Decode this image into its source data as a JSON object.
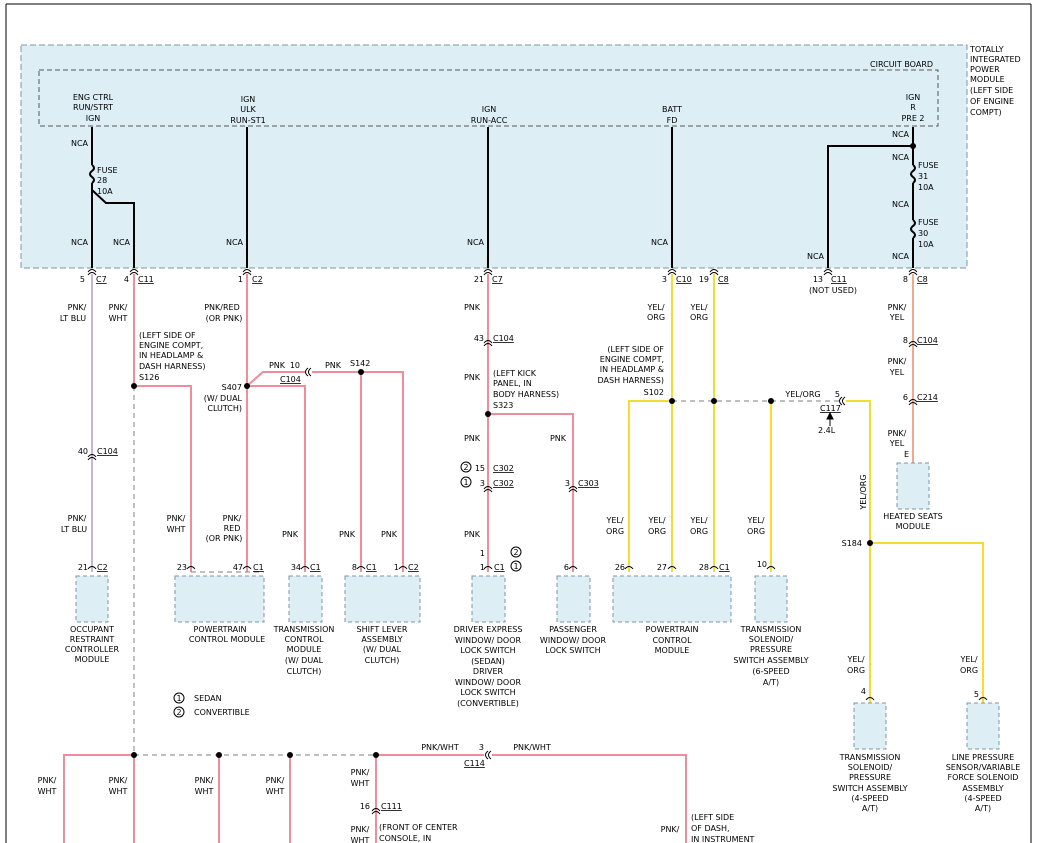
{
  "module": {
    "name_lines": [
      "TOTALLY",
      "INTEGRATED",
      "POWER",
      "MODULE",
      "(LEFT SIDE",
      "OF ENGINE",
      "COMPT)"
    ],
    "circuit_board": "CIRCUIT BOARD"
  },
  "outputs": {
    "eng_ctrl": [
      "ENG CTRL",
      "RUN/STRT",
      "IGN"
    ],
    "ign_ulk": [
      "IGN",
      "ULK",
      "RUN-ST1"
    ],
    "ign_run_acc": [
      "IGN",
      "RUN-ACC"
    ],
    "batt": [
      "BATT",
      "FD"
    ],
    "ign_r": [
      "IGN",
      "R",
      "PRE 2"
    ]
  },
  "fuses": {
    "f28": [
      "FUSE",
      "28",
      "10A"
    ],
    "f31": [
      "FUSE",
      "31",
      "10A"
    ],
    "f30": [
      "FUSE",
      "30",
      "10A"
    ]
  },
  "nca": "NCA",
  "connectors": {
    "c7_5": [
      "5",
      "C7"
    ],
    "c11_4": [
      "4",
      "C11"
    ],
    "c2_1": [
      "1",
      "C2"
    ],
    "c7_21": [
      "21",
      "C7"
    ],
    "c10_3": [
      "3",
      "C10"
    ],
    "c8_19": [
      "19",
      "C8"
    ],
    "c11_13": [
      "13",
      "C11"
    ],
    "not_used": "(NOT USED)",
    "c8_8": [
      "8",
      "C8"
    ],
    "c104_40": [
      "40",
      "C104"
    ],
    "c104_10": [
      "10",
      "C104"
    ],
    "c104_43": [
      "43",
      "C104"
    ],
    "c104_8": [
      "8",
      "C104"
    ],
    "c214_6": [
      "6",
      "C214"
    ],
    "c117_5": [
      "5",
      "C117"
    ],
    "c302_15": [
      "15",
      "C302"
    ],
    "c302_3": [
      "3",
      "C302"
    ],
    "c303_3": [
      "3",
      "C303"
    ],
    "c114_3": [
      "3",
      "C114"
    ],
    "c111_16": [
      "16",
      "C111"
    ],
    "e": "E",
    "opt_24l": "2.4L"
  },
  "splices": {
    "s126": [
      "(LEFT SIDE OF",
      "ENGINE COMPT,",
      "IN HEADLAMP &",
      "DASH HARNESS)",
      "S126"
    ],
    "s407": [
      "S407",
      "(W/ DUAL",
      "CLUTCH)"
    ],
    "s142": "S142",
    "s323": [
      "(LEFT KICK",
      "PANEL, IN",
      "BODY HARNESS)",
      "S323"
    ],
    "s102": [
      "(LEFT SIDE OF",
      "ENGINE COMPT,",
      "IN HEADLAMP &",
      "DASH HARNESS)",
      "S102"
    ],
    "s184": "S184"
  },
  "wires": {
    "pnk_ltblu": [
      "PNK/",
      "LT BLU"
    ],
    "pnk_wht": [
      "PNK/",
      "WHT"
    ],
    "pnk_red_or_pnk": [
      "PNK/RED",
      "(OR PNK)"
    ],
    "pnk_red_or_pnk2": [
      "PNK/",
      "RED",
      "(OR PNK)"
    ],
    "pnk": "PNK",
    "yel_org": [
      "YEL/",
      "ORG"
    ],
    "yel_org_inline": "YEL/ORG",
    "pnk_yel": [
      "PNK/",
      "YEL"
    ],
    "pnk_wht_inline": "PNK/WHT"
  },
  "components": {
    "occupant": {
      "pin": [
        "21",
        "C2"
      ],
      "name": [
        "OCCUPANT",
        "RESTRAINT",
        "CONTROLLER",
        "MODULE"
      ]
    },
    "pcm1": {
      "pins": [
        [
          "23",
          ""
        ],
        [
          "47",
          "C1"
        ]
      ],
      "name": [
        "POWERTRAIN",
        "CONTROL MODULE"
      ]
    },
    "tcm": {
      "pin": [
        "34",
        "C1"
      ],
      "name": [
        "TRANSMISSION",
        "CONTROL",
        "MODULE",
        "(W/ DUAL",
        "CLUTCH)"
      ]
    },
    "shift": {
      "pins": [
        [
          "8",
          "C1"
        ],
        [
          "1",
          "C2"
        ]
      ],
      "name": [
        "SHIFT LEVER",
        "ASSEMBLY",
        "(W/ DUAL",
        "CLUTCH)"
      ]
    },
    "driver_switch": {
      "pins": [
        [
          "1",
          ""
        ],
        [
          "1",
          "C1"
        ]
      ],
      "name": [
        "DRIVER EXPRESS",
        "WINDOW/ DOOR",
        "LOCK SWITCH",
        "(SEDAN)",
        "DRIVER",
        "WINDOW/ DOOR",
        "LOCK SWITCH",
        "(CONVERTIBLE)"
      ]
    },
    "passenger_switch": {
      "pin": [
        "6",
        ""
      ],
      "name": [
        "PASSENGER",
        "WINDOW/ DOOR",
        "LOCK SWITCH"
      ]
    },
    "pcm2": {
      "pins": [
        [
          "26",
          ""
        ],
        [
          "27",
          ""
        ],
        [
          "28",
          "C1"
        ]
      ],
      "name": [
        "POWERTRAIN",
        "CONTROL",
        "MODULE"
      ]
    },
    "trans6": {
      "pin": [
        "10",
        ""
      ],
      "name": [
        "TRANSMISSION",
        "SOLENOID/",
        "PRESSURE",
        "SWITCH ASSEMBLY",
        "(6-SPEED",
        "A/T)"
      ]
    },
    "heated_seats": {
      "name": [
        "HEATED SEATS",
        "MODULE"
      ]
    },
    "trans4": {
      "pin": [
        "4",
        ""
      ],
      "name": [
        "TRANSMISSION",
        "SOLENOID/",
        "PRESSURE",
        "SWITCH ASSEMBLY",
        "(4-SPEED",
        "A/T)"
      ]
    },
    "line_pressure": {
      "pin": [
        "5",
        ""
      ],
      "name": [
        "LINE PRESSURE",
        "SENSOR/VARIABLE",
        "FORCE SOLENOID",
        "ASSEMBLY",
        "(4-SPEED",
        "A/T)"
      ]
    }
  },
  "legend": [
    {
      "num": "1",
      "label": "SEDAN"
    },
    {
      "num": "2",
      "label": "CONVERTIBLE"
    }
  ],
  "bottom_notes": {
    "front_console": [
      "(FRONT OF CENTER",
      "CONSOLE, IN"
    ],
    "left_dash": [
      "(LEFT SIDE",
      "OF DASH,",
      "IN INSTRUMENT"
    ]
  },
  "colors": {
    "module_fill": "#ddeef5",
    "pink": "#f08c9c",
    "yellow": "#f2de2e",
    "lavender": "#c3b6dc",
    "pnk_yel": "#eeaa8c"
  }
}
